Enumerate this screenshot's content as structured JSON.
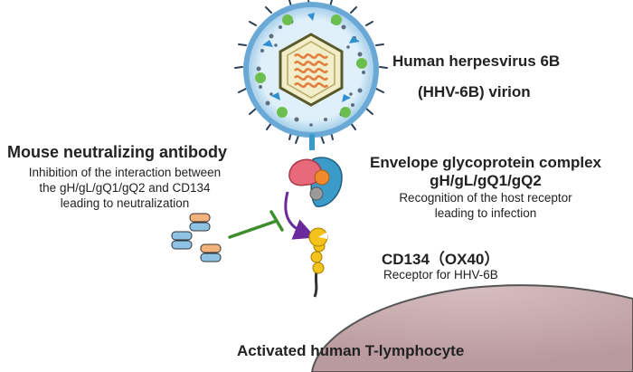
{
  "virion": {
    "title_line1": "Human herpesvirus 6B",
    "title_line2": "(HHV-6B) virion"
  },
  "antibody": {
    "title": "Mouse neutralizing antibody",
    "desc_line1": "Inhibition of the interaction between",
    "desc_line2": "the gH/gL/gQ1/gQ2 and CD134",
    "desc_line3": "leading to neutralization"
  },
  "glycoprotein": {
    "title_line1": "Envelope glycoprotein complex",
    "title_line2": "gH/gL/gQ1/gQ2",
    "desc_line1": "Recognition of the host receptor",
    "desc_line2": "leading to infection"
  },
  "receptor": {
    "title": "CD134（OX40）",
    "desc": "Receptor for HHV-6B"
  },
  "cell": {
    "label": "Activated human T-lymphocyte"
  },
  "colors": {
    "envelope": "#8ec3e6",
    "capsid": "#f2eec9",
    "glycoprotein_pink": "#e8697a",
    "glycoprotein_blue": "#3a9bc8",
    "receptor_yellow": "#f3c21b",
    "inhibition_green": "#3e8e2e",
    "arrow_purple": "#6b2a9c",
    "cell_fill": "#c9aeb1"
  }
}
